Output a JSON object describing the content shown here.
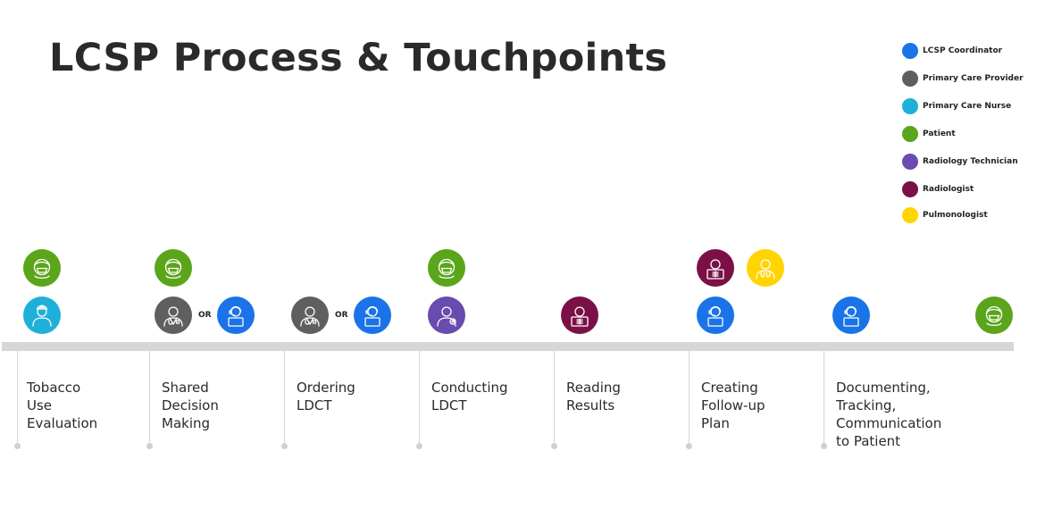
{
  "title": "LCSP Process & Touchpoints",
  "roles": {
    "lcsp_coordinator": {
      "label": "LCSP Coordinator",
      "color": "#1a73e8"
    },
    "primary_care_provider": {
      "label": "Primary Care Provider",
      "color": "#5f5f5f"
    },
    "primary_care_nurse": {
      "label": "Primary Care Nurse",
      "color": "#1eb0d8"
    },
    "patient": {
      "label": "Patient",
      "color": "#5aa51a"
    },
    "radiology_technician": {
      "label": "Radiology Technician",
      "color": "#6a4bb0"
    },
    "radiologist": {
      "label": "Radiologist",
      "color": "#7b1046"
    },
    "pulmonologist": {
      "label": "Pulmonologist",
      "color": "#ffd400"
    }
  },
  "legend": [
    "lcsp_coordinator",
    "primary_care_provider",
    "primary_care_nurse",
    "patient",
    "radiology_technician",
    "radiologist",
    "pulmonologist"
  ],
  "or_label": "OR",
  "steps": [
    {
      "label": "Tobacco\nUse\nEvaluation",
      "top": [
        "patient"
      ],
      "bottom": [
        "primary_care_nurse"
      ]
    },
    {
      "label": "Shared\nDecision\nMaking",
      "top": [
        "patient"
      ],
      "bottom": [
        "primary_care_provider",
        "lcsp_coordinator"
      ]
    },
    {
      "label": "Ordering\nLDCT",
      "top": [],
      "bottom": [
        "primary_care_provider",
        "lcsp_coordinator"
      ]
    },
    {
      "label": "Conducting\nLDCT",
      "top": [
        "patient"
      ],
      "bottom": [
        "radiology_technician"
      ]
    },
    {
      "label": "Reading\nResults",
      "top": [],
      "bottom": [
        "radiologist"
      ]
    },
    {
      "label": "Creating\nFollow-up\nPlan",
      "top": [
        "radiologist",
        "pulmonologist"
      ],
      "bottom": [
        "lcsp_coordinator"
      ]
    },
    {
      "label": "Documenting,\nTracking,\nCommunication\nto Patient",
      "top": [],
      "bottom": [
        "lcsp_coordinator"
      ]
    },
    {
      "label": "",
      "top": [],
      "bottom": [
        "patient"
      ]
    }
  ]
}
